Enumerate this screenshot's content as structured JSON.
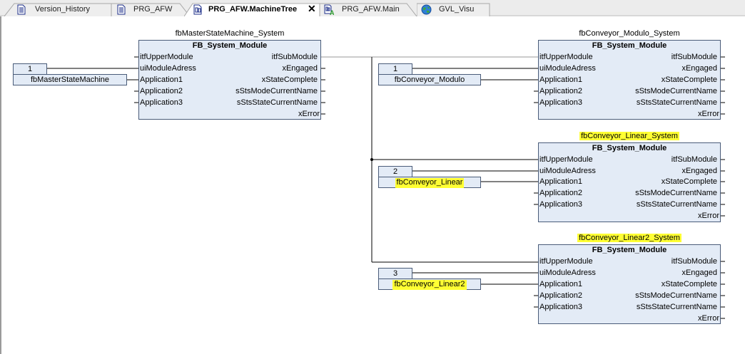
{
  "tabs": [
    {
      "label": "Version_History",
      "icon": "document-icon",
      "active": false
    },
    {
      "label": "PRG_AFW",
      "icon": "document-icon",
      "active": false
    },
    {
      "label": "PRG_AFW.MachineTree",
      "icon": "program-icon",
      "active": true,
      "close": "✕"
    },
    {
      "label": "PRG_AFW.Main",
      "icon": "action-icon",
      "active": false
    },
    {
      "label": "GVL_Visu",
      "icon": "globe-icon",
      "active": false
    }
  ],
  "blocks": [
    {
      "instance": "fbMasterStateMachine_System",
      "type": "FB_System_Module",
      "highlighted": false,
      "inputs": [
        "itfUpperModule",
        "uiModuleAdress",
        "Application1",
        "Application2",
        "Application3"
      ],
      "outputs": [
        "itfSubModule",
        "xEngaged",
        "xStateComplete",
        "sStsModeCurrentName",
        "sStsStateCurrentName",
        "xError"
      ],
      "address": "1",
      "application": "fbMasterStateMachine",
      "application_highlighted": false
    },
    {
      "instance": "fbConveyor_Modulo_System",
      "type": "FB_System_Module",
      "highlighted": false,
      "inputs": [
        "itfUpperModule",
        "uiModuleAdress",
        "Application1",
        "Application2",
        "Application3"
      ],
      "outputs": [
        "itfSubModule",
        "xEngaged",
        "xStateComplete",
        "sStsModeCurrentName",
        "sStsStateCurrentName",
        "xError"
      ],
      "address": "1",
      "application": "fbConveyor_Modulo",
      "application_highlighted": false
    },
    {
      "instance": "fbConveyor_Linear_System",
      "type": "FB_System_Module",
      "highlighted": true,
      "inputs": [
        "itfUpperModule",
        "uiModuleAdress",
        "Application1",
        "Application2",
        "Application3"
      ],
      "outputs": [
        "itfSubModule",
        "xEngaged",
        "xStateComplete",
        "sStsModeCurrentName",
        "sStsStateCurrentName",
        "xError"
      ],
      "address": "2",
      "application": "fbConveyor_Linear",
      "application_highlighted": true
    },
    {
      "instance": "fbConveyor_Linear2_System",
      "type": "FB_System_Module",
      "highlighted": true,
      "inputs": [
        "itfUpperModule",
        "uiModuleAdress",
        "Application1",
        "Application2",
        "Application3"
      ],
      "outputs": [
        "itfSubModule",
        "xEngaged",
        "xStateComplete",
        "sStsModeCurrentName",
        "sStsStateCurrentName",
        "xError"
      ],
      "address": "3",
      "application": "fbConveyor_Linear2",
      "application_highlighted": true
    }
  ],
  "colors": {
    "block_fill": "#e3ebf6",
    "block_border": "#4a5c79",
    "highlight": "#ffff33"
  }
}
